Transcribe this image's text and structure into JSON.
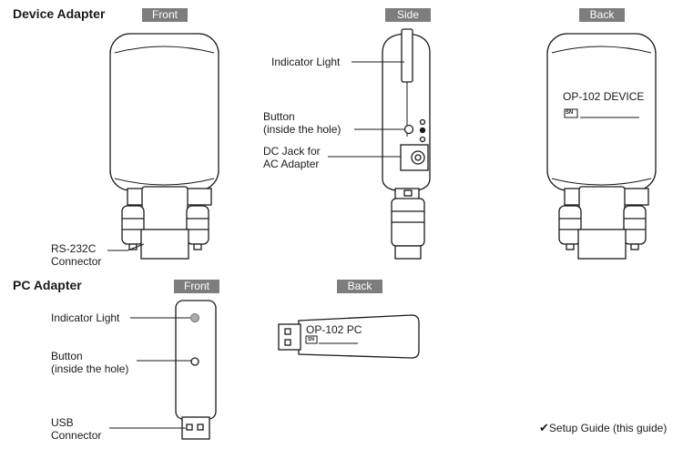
{
  "device_adapter": {
    "title": "Device Adapter",
    "views": {
      "front": "Front",
      "side": "Side",
      "back": "Back"
    },
    "labels": {
      "indicator_light": "Indicator Light",
      "button_line1": "Button",
      "button_line2": "(inside the hole)",
      "dc_jack_line1": "DC Jack for",
      "dc_jack_line2": "AC Adapter",
      "rs232c_line1": "RS-232C",
      "rs232c_line2": "Connector"
    },
    "back_label": "OP-102  DEVICE",
    "sn_badge": "SN"
  },
  "pc_adapter": {
    "title": "PC Adapter",
    "views": {
      "front": "Front",
      "back": "Back"
    },
    "labels": {
      "indicator_light": "Indicator Light",
      "button_line1": "Button",
      "button_line2": "(inside the hole)",
      "usb_line1": "USB",
      "usb_line2": "Connector"
    },
    "back_label": "OP-102  PC",
    "sn_badge": "SN"
  },
  "setup_guide": {
    "checkmark": "✔",
    "label": "Setup Guide (this guide)"
  }
}
